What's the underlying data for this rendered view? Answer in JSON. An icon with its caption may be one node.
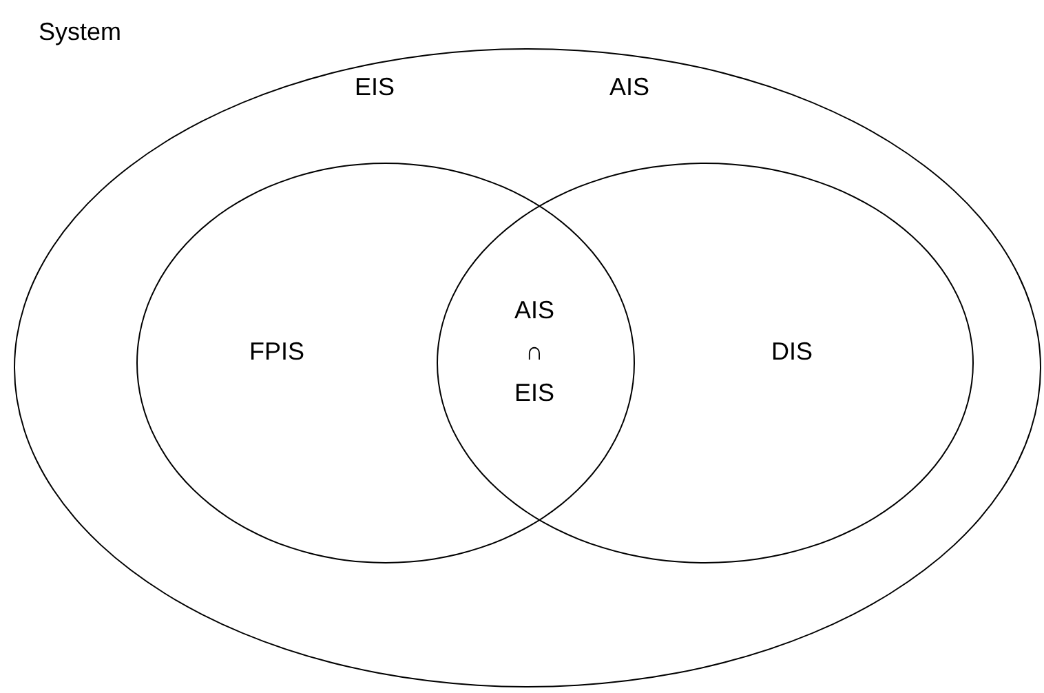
{
  "diagram": {
    "nodes": [
      {
        "text": [
          "System"
        ]
      },
      {
        "text": [
          "EIS"
        ],
        "in": 0
      },
      {
        "text": [
          "AIS"
        ],
        "in": 0
      }
    ],
    "edges": [],
    "labels": [
      "FPIS",
      "AIS ∩ EIS",
      "DIS"
    ]
  }
}
